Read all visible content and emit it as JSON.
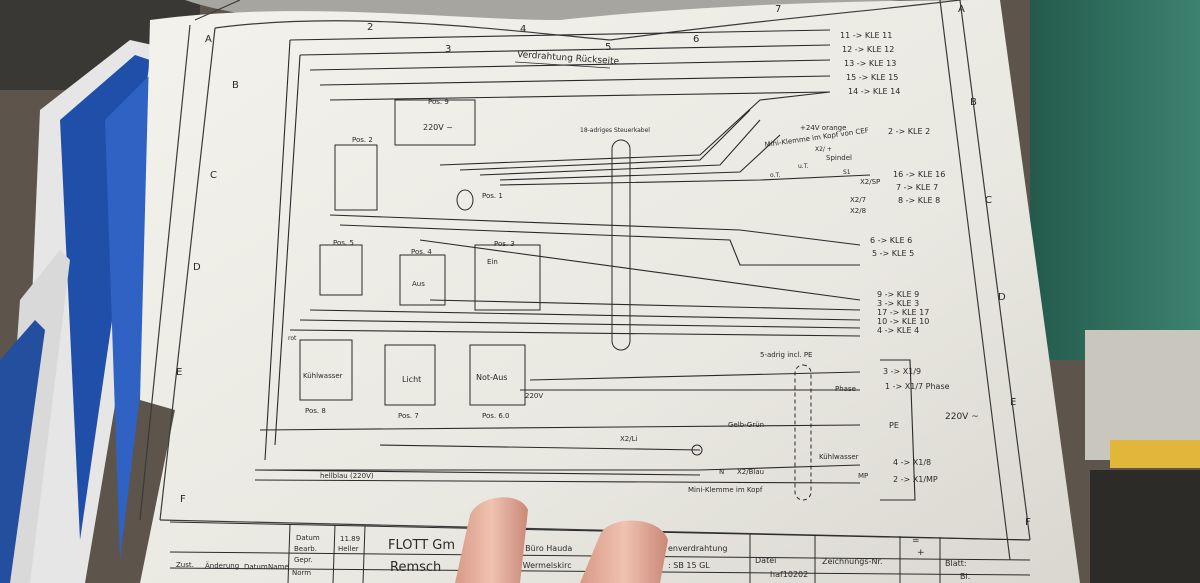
{
  "header": {
    "title": "Verdrahtung Rückseite",
    "grid_cols": [
      "2",
      "3",
      "4",
      "5",
      "6",
      "7"
    ],
    "grid_rows": [
      "A",
      "B",
      "C",
      "D",
      "E",
      "F"
    ]
  },
  "components": {
    "pos9": "Pos. 9",
    "pos9_volt": "220V ~",
    "pos2": "Pos. 2",
    "pos1": "Pos. 1",
    "pos4": "Pos. 4",
    "pos5": "Pos. 5",
    "pos3": "Pos. 3",
    "ein": "Ein",
    "aus": "Aus",
    "kuehlwasser": "Kühlwasser",
    "licht": "Licht",
    "notaus": "Not-Aus",
    "pos8": "Pos. 8",
    "pos7": "Pos. 7",
    "pos60": "Pos. 6.0",
    "v220": "220V",
    "rot": "rot",
    "cable18": "18-adriges Steuerkabel",
    "cable5": "5-adrig incl. PE",
    "plus24": "+24V orange",
    "miniklemme_cef": "Mini-Klemme im Kopf von CEF",
    "ot": "o.T.",
    "ut": "u.T.",
    "spindel": "Spindel",
    "s1": "S1",
    "x2": "X2/ +",
    "x2sp": "X2/SP",
    "x2_7": "X2/7",
    "x2_8": "X2/8",
    "x2li": "X2/Li",
    "gelbgruen": "Gelb-Grün",
    "x2blau": "X2/Blau",
    "n_label": "N",
    "miniklemme_kopf": "Mini-Klemme im Kopf",
    "hellblau": "hellblau (220V)",
    "phase": "Phase",
    "kuehlwasser2": "Kühlwasser",
    "mp": "MP",
    "pe": "PE",
    "v220ac": "220V ~"
  },
  "terminals_top": [
    "11 -> KLE 11",
    "12 -> KLE 12",
    "13 -> KLE 13",
    "15 -> KLE 15",
    "14 -> KLE 14"
  ],
  "terminals_mid": [
    "2 -> KLE 2",
    "16 -> KLE 16",
    "7 -> KLE 7",
    "8 -> KLE 8"
  ],
  "terminals_lower": [
    "6 -> KLE 6",
    "5 -> KLE 5"
  ],
  "terminals_bottom": [
    "9 -> KLE 9",
    "3 -> KLE 3",
    "17 -> KLE 17",
    "10 -> KLE 10",
    "4 -> KLE 4"
  ],
  "x1": {
    "x19": "3 -> X1/9",
    "x17": "1 -> X1/7 Phase",
    "x18": "4 -> X1/8",
    "x1mp": "2 -> X1/MP"
  },
  "titleblock": {
    "datum": "Datum",
    "datum_val": "11.89",
    "bearb": "Bearb.",
    "bearb_val": "Heller",
    "gepr": "Gepr.",
    "norm": "Norm",
    "zust": "Zust.",
    "aenderung": "Änderung",
    "datum2": "Datum",
    "name": "Name",
    "company": "FLOTT Gm",
    "city": "Remsch",
    "buero": "g. Büro Hauda",
    "wermels": "2 Wermelskirc",
    "verdrahtung": "enverdrahtung",
    "model": ": SB 15 GL",
    "datei": "Datei",
    "datei_val": "haf10202",
    "zeichnung": "Zeichnungs-Nr.",
    "blatt": "Blatt:",
    "bl": "Bl.",
    "eq": "=",
    "plus": "+"
  },
  "colors": {
    "paper": "#ebeae3",
    "ink": "#2a2a2a",
    "metal": "#bfbdb5",
    "green_panel": "#2e6e5e"
  }
}
